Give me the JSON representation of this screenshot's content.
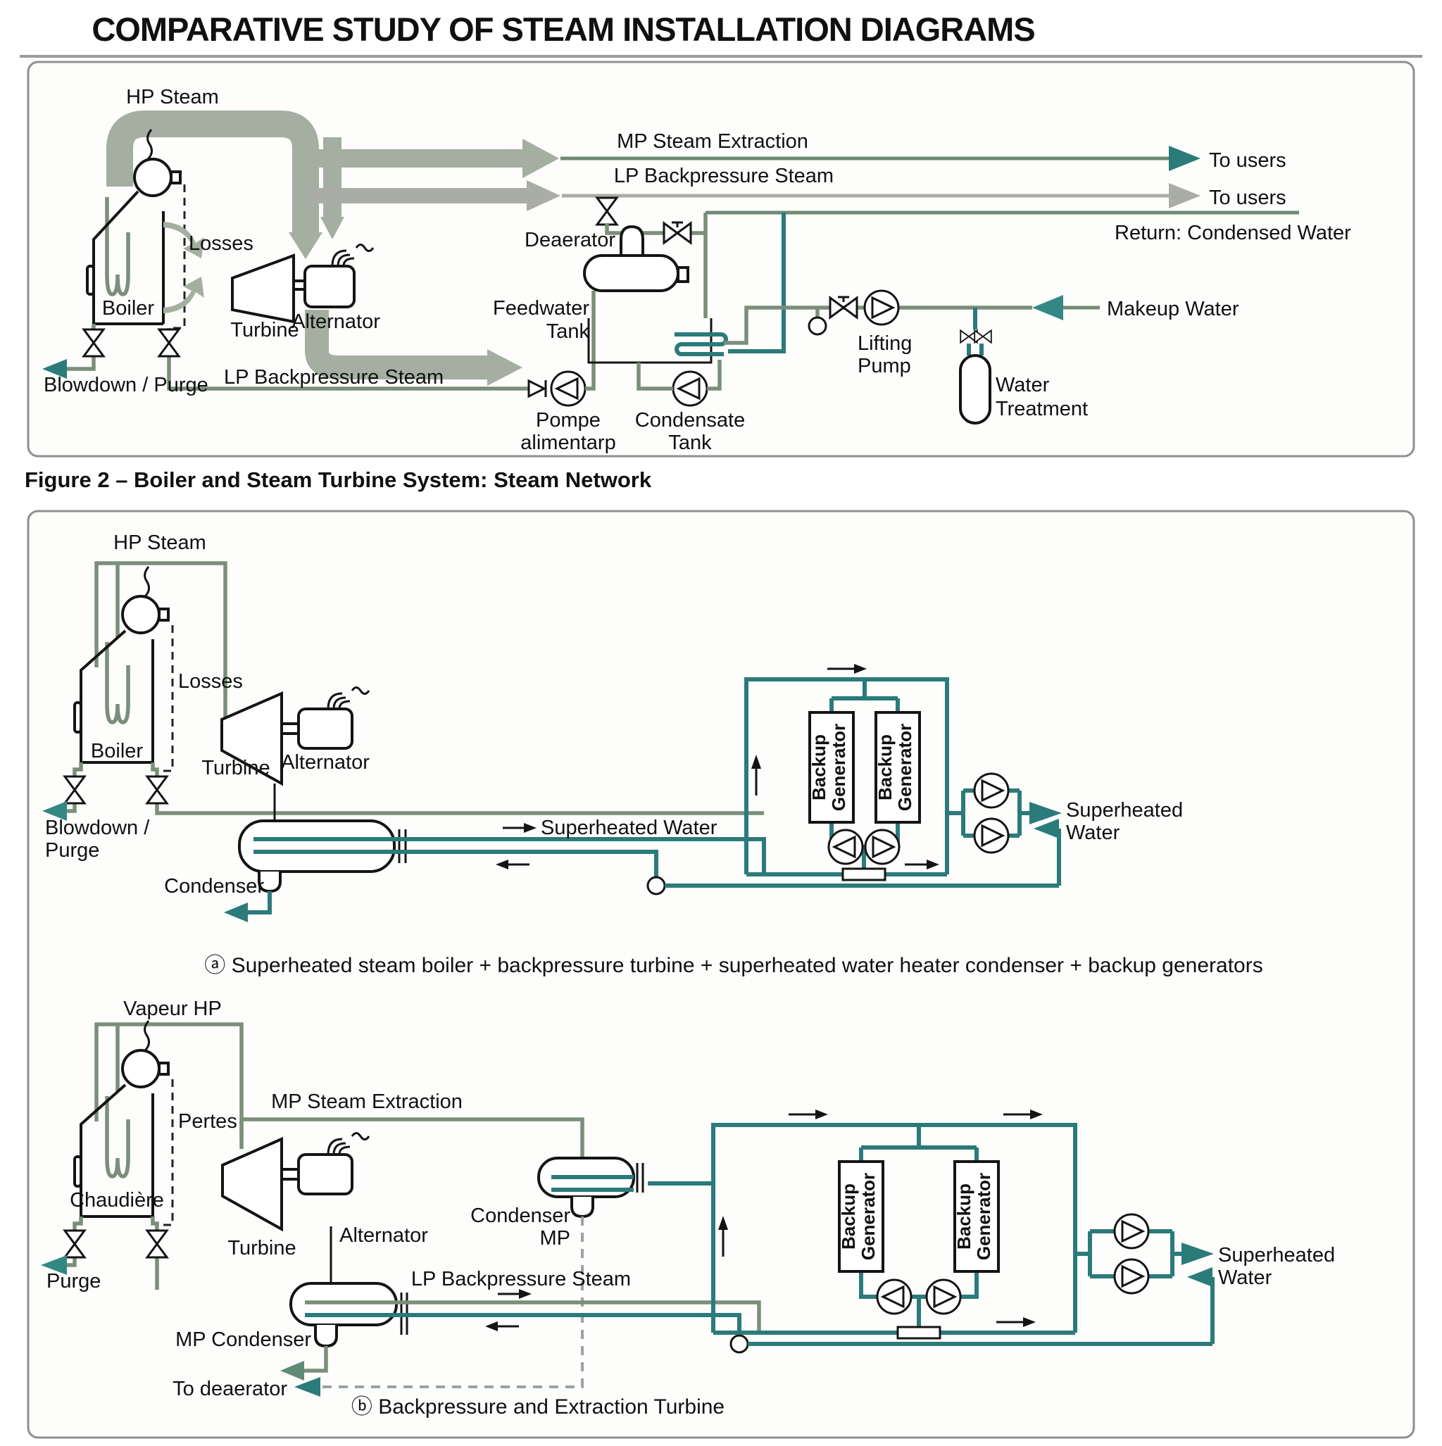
{
  "title": "COMPARATIVE STUDY OF STEAM INSTALLATION DIAGRAMS",
  "colors": {
    "steam_band": "#a4aea1",
    "steam_band_grey": "#a9ada6",
    "pipe_sage": "#7b8e7a",
    "pipe_green": "#6f8a71",
    "pipe_teal": "#2a7b7a",
    "makeup_teal": "#348884"
  },
  "figure2": {
    "caption": "Figure 2 – Boiler and Steam Turbine System: Steam Network",
    "labels": {
      "hp_steam": "HP Steam",
      "losses": "Losses",
      "boiler": "Boiler",
      "blowdown_purge": "Blowdown / Purge",
      "lp_backpressure_bottom": "LP Backpressure Steam",
      "turbine": "Turbine",
      "alternator": "Alternator",
      "mp_steam_extraction": "MP Steam Extraction",
      "lp_backpressure_top": "LP Backpressure Steam",
      "to_users_mp": "To users",
      "to_users_lp": "To users",
      "return_condensed": "Return: Condensed Water",
      "makeup_water": "Makeup Water",
      "deaerator": "Deaerator",
      "feedwater_tank": [
        "Feedwater",
        "Tank"
      ],
      "pompe_alimentaire": [
        "Pompe",
        "alimentarp"
      ],
      "condensate_tank": [
        "Condensate",
        "Tank"
      ],
      "lifting_pump": [
        "Lifting",
        "Pump"
      ],
      "water_treatment": [
        "Water",
        "Treatment"
      ]
    }
  },
  "diagram_a": {
    "caption": "ⓐ Superheated steam boiler + backpressure turbine + superheated water heater condenser + backup generators",
    "labels": {
      "hp_steam": "HP Steam",
      "losses": "Losses",
      "boiler": "Boiler",
      "blowdown_purge": [
        "Blowdown /",
        "Purge"
      ],
      "turbine": "Turbine",
      "alternator": "Alternator",
      "condenser": "Condenser",
      "superheated_water_pipe": "Superheated Water",
      "backup_generator_left": [
        "Backup",
        "Generator"
      ],
      "backup_generator_right": [
        "Backup",
        "Generator"
      ],
      "superheated_water_out": [
        "Superheated",
        "Water"
      ]
    }
  },
  "diagram_b": {
    "caption": "ⓑ Backpressure and Extraction Turbine",
    "labels": {
      "vapeur_hp": "Vapeur HP",
      "pertes": "Pertes",
      "chaudiere": "Chaudière",
      "purge": "Purge",
      "turbine": "Turbine",
      "alternator": "Alternator",
      "mp_steam_extraction": "MP Steam Extraction",
      "condenser_mp": [
        "Condenser",
        "MP"
      ],
      "lp_backpressure": "LP Backpressure Steam",
      "mp_condenser": "MP Condenser",
      "to_deaerator": "To deaerator",
      "backup_generator_left": [
        "Backup",
        "Generator"
      ],
      "backup_generator_right": [
        "Backup",
        "Generator"
      ],
      "superheated_water_out": [
        "Superheated",
        "Water"
      ]
    }
  }
}
